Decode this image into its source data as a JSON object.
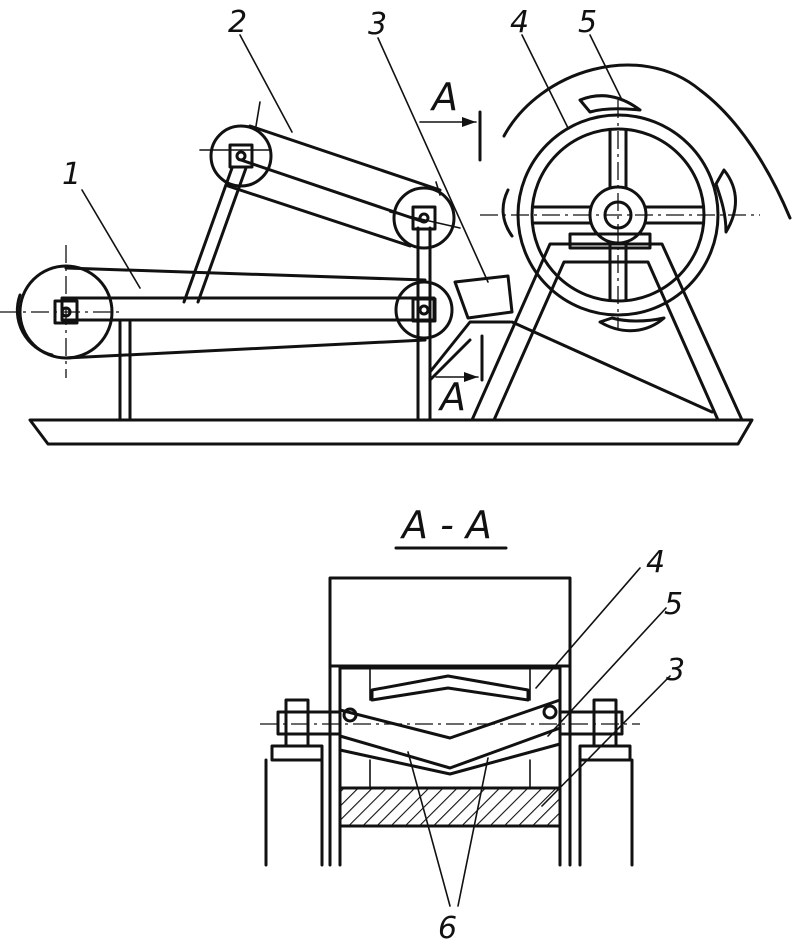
{
  "labels": {
    "top": [
      "1",
      "2",
      "3",
      "4",
      "5"
    ],
    "section_marker": "A",
    "section_title": "A - A",
    "bottom": [
      "4",
      "5",
      "3",
      "6"
    ]
  },
  "colors": {
    "ink": "#111111",
    "paper": "#ffffff"
  }
}
